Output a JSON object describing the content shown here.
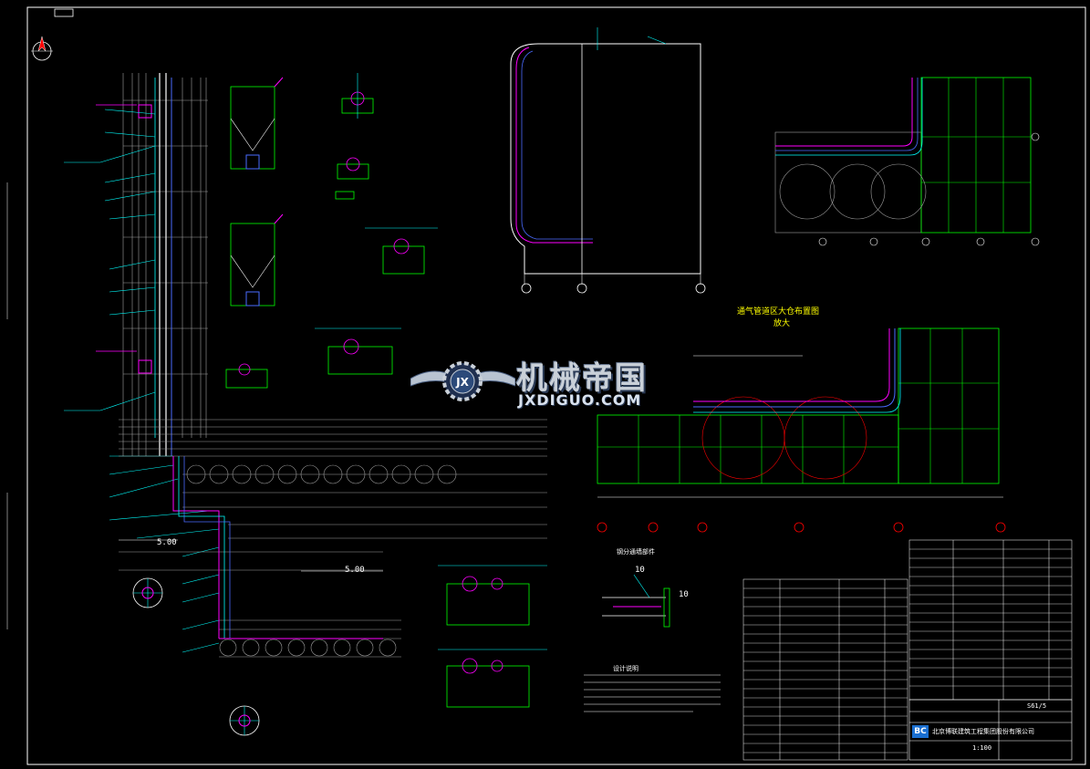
{
  "colors": {
    "background": "#000000",
    "white": "#ffffff",
    "cyan": "#00ffff",
    "green": "#00ff00",
    "magenta": "#ff00ff",
    "red": "#ff0000",
    "yellow": "#ffff00",
    "blue": "#4a6bff",
    "gray": "#a0a0a0"
  },
  "drawing": {
    "corner_label": "",
    "dimension_left": "5.00",
    "dimension_center": "5.00",
    "section_title": "通气管道区大仓布置图",
    "section_subtitle": "放大",
    "leader_label_1": "10",
    "leader_label_2": "10",
    "detail_heading": "钢分通墙部件"
  },
  "watermark": {
    "cn": "机械帝国",
    "en": "JXDIGUO.COM",
    "badge": "JX"
  },
  "title_block": {
    "company": "北京博联建筑工程集团股份有限公司",
    "logo": "BC",
    "scale": "1:100",
    "sheet": "S61/5"
  },
  "notes": {
    "heading": "设计说明"
  }
}
